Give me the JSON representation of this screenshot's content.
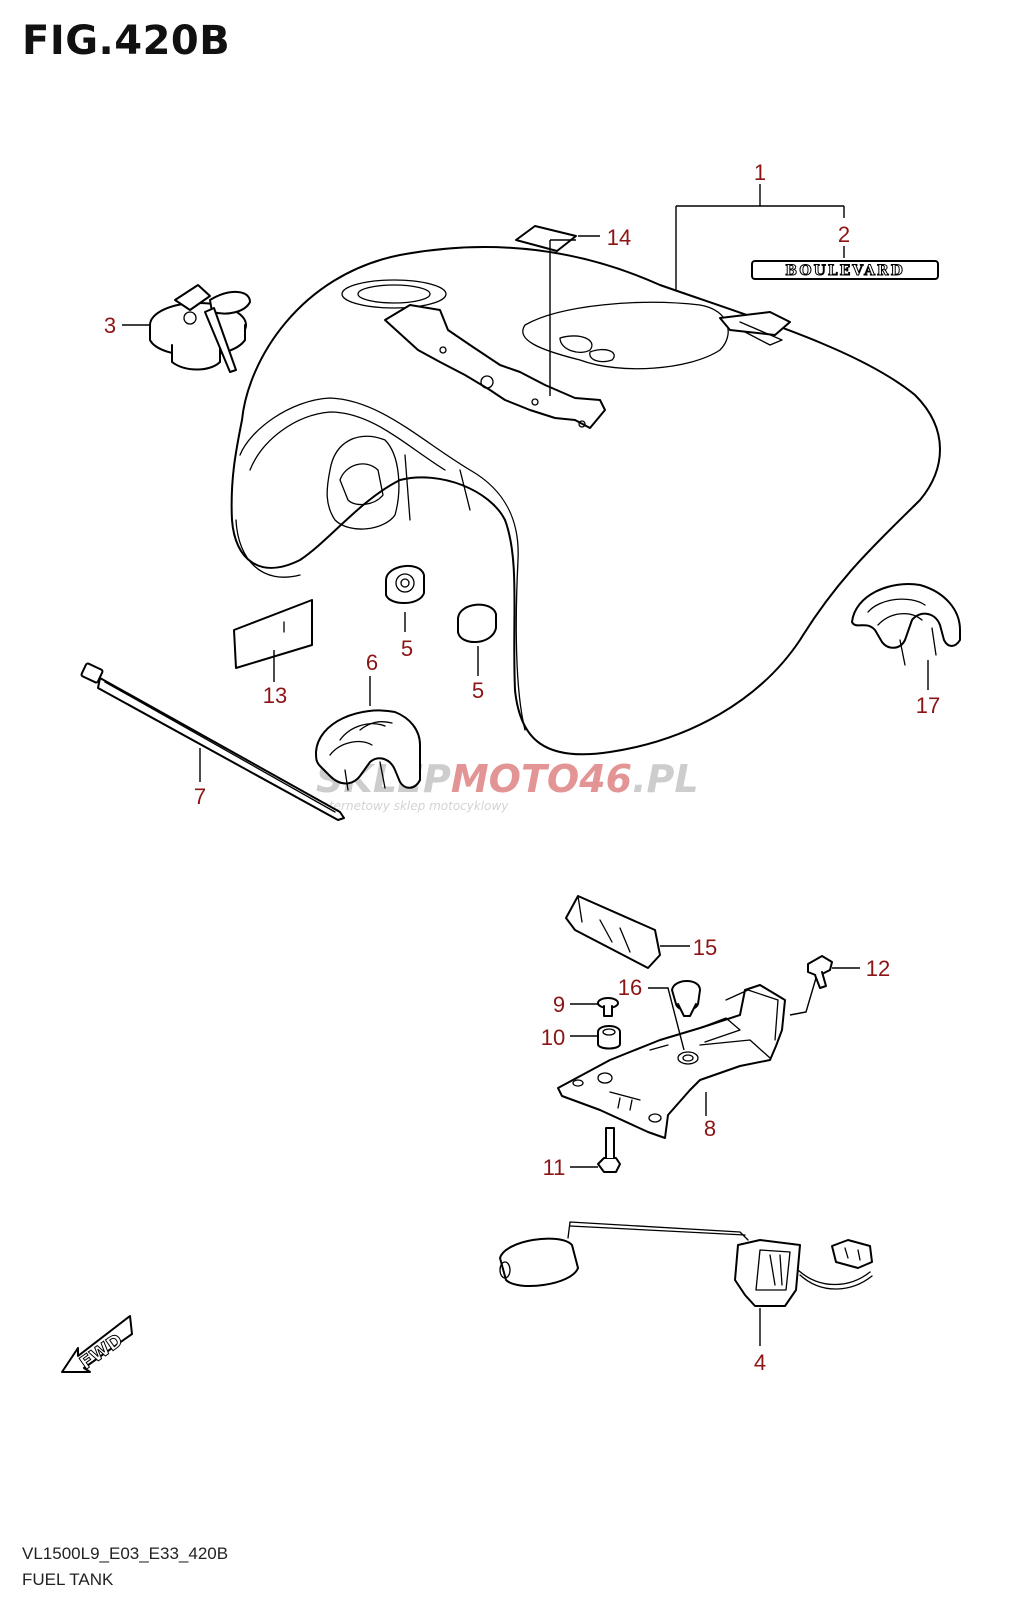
{
  "figure": {
    "title": "FIG.420B",
    "model_code": "VL1500L9_E03_E33_420B",
    "name": "FUEL TANK"
  },
  "emblem_text": "BOULEVARD",
  "fwd_label": "FWD",
  "watermark": {
    "brand_part1": "SKLEP",
    "brand_part2": "MOTO",
    "brand_part3": "46",
    "brand_part4": ".PL",
    "tagline": "internetowy sklep motocyklowy"
  },
  "callouts": [
    {
      "id": "c1",
      "label": "1"
    },
    {
      "id": "c2",
      "label": "2"
    },
    {
      "id": "c3",
      "label": "3"
    },
    {
      "id": "c4",
      "label": "4"
    },
    {
      "id": "c5a",
      "label": "5"
    },
    {
      "id": "c5b",
      "label": "5"
    },
    {
      "id": "c6",
      "label": "6"
    },
    {
      "id": "c7",
      "label": "7"
    },
    {
      "id": "c8",
      "label": "8"
    },
    {
      "id": "c9",
      "label": "9"
    },
    {
      "id": "c10",
      "label": "10"
    },
    {
      "id": "c11",
      "label": "11"
    },
    {
      "id": "c12",
      "label": "12"
    },
    {
      "id": "c13",
      "label": "13"
    },
    {
      "id": "c14",
      "label": "14"
    },
    {
      "id": "c15",
      "label": "15"
    },
    {
      "id": "c16",
      "label": "16"
    },
    {
      "id": "c17",
      "label": "17"
    }
  ],
  "colors": {
    "callout": "#8b1414",
    "watermark_grey": "#c8c8c8",
    "watermark_red": "#e08a8a"
  }
}
